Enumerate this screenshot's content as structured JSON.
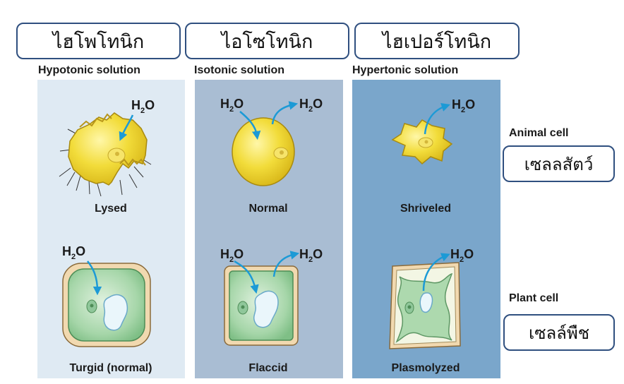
{
  "headers": {
    "hypo_thai": "ไฮโพโทนิก",
    "iso_thai": "ไอโซโทนิก",
    "hyper_thai": "ไฮเปอร์โทนิก"
  },
  "solutions": {
    "hypo": "Hypotonic solution",
    "iso": "Isotonic solution",
    "hyper": "Hypertonic solution"
  },
  "side": {
    "animal_en": "Animal cell",
    "animal_th": "เซลลสัตว์",
    "plant_en": "Plant cell",
    "plant_th": "เซลล์พืช"
  },
  "cells": {
    "lysed": "Lysed",
    "normal": "Normal",
    "shriveled": "Shriveled",
    "turgid": "Turgid (normal)",
    "flaccid": "Flaccid",
    "plasmolyzed": "Plasmolyzed"
  },
  "water": {
    "h": "H",
    "sub": "2",
    "o": "O"
  },
  "colors": {
    "hypo_bg": "#dfeaf3",
    "iso_bg": "#a9bdd3",
    "hyper_bg": "#7aa6cb",
    "arrow": "#1c9ad6",
    "cell_yellow": "#f2dc3a",
    "plant_green": "#a6d6a9",
    "wall": "#f1d9b0"
  }
}
